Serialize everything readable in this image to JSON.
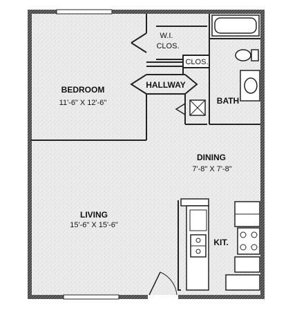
{
  "floorplan": {
    "rooms": {
      "bedroom": {
        "name": "BEDROOM",
        "dims": "11'-6\"  X  12'-6\""
      },
      "wi_closet": {
        "line1": "W.I.",
        "line2": "CLOS."
      },
      "closet": {
        "name": "CLOS."
      },
      "hallway": {
        "name": "HALLWAY"
      },
      "bath": {
        "name": "BATH"
      },
      "dining": {
        "name": "DINING",
        "dims": "7'-8\"  X  7'-8\""
      },
      "living": {
        "name": "LIVING",
        "dims": "15'-6\"  X  15'-6\""
      },
      "kitchen": {
        "name": "KIT."
      }
    },
    "colors": {
      "floor": "#ebebeb",
      "wall": "#555555",
      "line": "#222222"
    }
  }
}
